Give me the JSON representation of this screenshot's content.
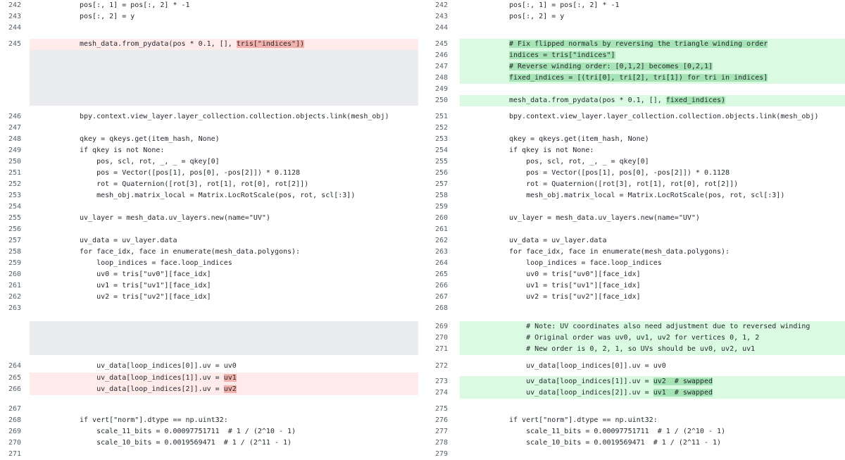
{
  "colors": {
    "deleted_bg": "#ffebe9",
    "added_bg": "#dafbe1",
    "deleted_word": "#f3b1ab",
    "added_word": "#a6e3b5",
    "filler": "#eaecef"
  },
  "left": {
    "rows": [
      {
        "n": "242",
        "t": "pos[:, 1] = pos[:, 2] * -1"
      },
      {
        "n": "243",
        "t": "pos[:, 2] = y"
      },
      {
        "n": "244",
        "t": ""
      },
      {
        "n": "245",
        "t": "mesh_data.from_pydata(pos * 0.1, [], ",
        "hl": "tris[\"indices\"])",
        "k": "del"
      },
      {
        "n": "246",
        "t": "bpy.context.view_layer.layer_collection.collection.objects.link(mesh_obj)"
      },
      {
        "n": "247",
        "t": ""
      },
      {
        "n": "248",
        "t": "qkey = qkeys.get(item_hash, None)"
      },
      {
        "n": "249",
        "t": "if qkey is not None:"
      },
      {
        "n": "250",
        "t": "    pos, scl, rot, _, _ = qkey[0]"
      },
      {
        "n": "251",
        "t": "    pos = Vector([pos[1], pos[0], -pos[2]]) * 0.1128"
      },
      {
        "n": "252",
        "t": "    rot = Quaternion([rot[3], rot[1], rot[0], rot[2]])"
      },
      {
        "n": "253",
        "t": "    mesh_obj.matrix_local = Matrix.LocRotScale(pos, rot, scl[:3])"
      },
      {
        "n": "254",
        "t": ""
      },
      {
        "n": "255",
        "t": "uv_layer = mesh_data.uv_layers.new(name=\"UV\")"
      },
      {
        "n": "256",
        "t": ""
      },
      {
        "n": "257",
        "t": "uv_data = uv_layer.data"
      },
      {
        "n": "258",
        "t": "for face_idx, face in enumerate(mesh_data.polygons):"
      },
      {
        "n": "259",
        "t": "    loop_indices = face.loop_indices"
      },
      {
        "n": "260",
        "t": "    uv0 = tris[\"uv0\"][face_idx]"
      },
      {
        "n": "261",
        "t": "    uv1 = tris[\"uv1\"][face_idx]"
      },
      {
        "n": "262",
        "t": "    uv2 = tris[\"uv2\"][face_idx]"
      },
      {
        "n": "263",
        "t": ""
      },
      {
        "n": "264",
        "t": "    uv_data[loop_indices[0]].uv = uv0"
      },
      {
        "n": "265",
        "t": "    uv_data[loop_indices[1]].uv = ",
        "hl": "uv1",
        "k": "del"
      },
      {
        "n": "266",
        "t": "    uv_data[loop_indices[2]].uv = ",
        "hl": "uv2",
        "k": "del"
      },
      {
        "n": "267",
        "t": ""
      },
      {
        "n": "268",
        "t": "if vert[\"norm\"].dtype == np.uint32:"
      },
      {
        "n": "269",
        "t": "    scale_11_bits = 0.00097751711  # 1 / (2^10 - 1)"
      },
      {
        "n": "270",
        "t": "    scale_10_bits = 0.0019569471  # 1 / (2^11 - 1)"
      },
      {
        "n": "271",
        "t": ""
      }
    ]
  },
  "right": {
    "rows": [
      {
        "n": "242",
        "t": "pos[:, 1] = pos[:, 2] * -1"
      },
      {
        "n": "243",
        "t": "pos[:, 2] = y"
      },
      {
        "n": "244",
        "t": ""
      },
      {
        "n": "245",
        "t": "# Fix flipped normals by reversing the triangle winding order",
        "k": "add",
        "full": true
      },
      {
        "n": "246",
        "t": "indices = tris[\"indices\"]",
        "k": "add",
        "full": true
      },
      {
        "n": "247",
        "t": "# Reverse winding order: [0,1,2] becomes [0,2,1]",
        "k": "add",
        "full": true
      },
      {
        "n": "248",
        "t": "fixed_indices = [(tri[0], tri[2], tri[1]) for tri in indices]",
        "k": "add",
        "full": true
      },
      {
        "n": "249",
        "t": "",
        "k": "add"
      },
      {
        "n": "250",
        "t": "mesh_data.from_pydata(pos * 0.1, [], ",
        "hl": "fixed_indices)",
        "k": "add"
      },
      {
        "n": "251",
        "t": "bpy.context.view_layer.layer_collection.collection.objects.link(mesh_obj)"
      },
      {
        "n": "252",
        "t": ""
      },
      {
        "n": "253",
        "t": "qkey = qkeys.get(item_hash, None)"
      },
      {
        "n": "254",
        "t": "if qkey is not None:"
      },
      {
        "n": "255",
        "t": "    pos, scl, rot, _, _ = qkey[0]"
      },
      {
        "n": "256",
        "t": "    pos = Vector([pos[1], pos[0], -pos[2]]) * 0.1128"
      },
      {
        "n": "257",
        "t": "    rot = Quaternion([rot[3], rot[1], rot[0], rot[2]])"
      },
      {
        "n": "258",
        "t": "    mesh_obj.matrix_local = Matrix.LocRotScale(pos, rot, scl[:3])"
      },
      {
        "n": "259",
        "t": ""
      },
      {
        "n": "260",
        "t": "uv_layer = mesh_data.uv_layers.new(name=\"UV\")"
      },
      {
        "n": "261",
        "t": ""
      },
      {
        "n": "262",
        "t": "uv_data = uv_layer.data"
      },
      {
        "n": "263",
        "t": "for face_idx, face in enumerate(mesh_data.polygons):"
      },
      {
        "n": "264",
        "t": "    loop_indices = face.loop_indices"
      },
      {
        "n": "265",
        "t": "    uv0 = tris[\"uv0\"][face_idx]"
      },
      {
        "n": "266",
        "t": "    uv1 = tris[\"uv1\"][face_idx]"
      },
      {
        "n": "267",
        "t": "    uv2 = tris[\"uv2\"][face_idx]"
      },
      {
        "n": "268",
        "t": ""
      },
      {
        "n": "269",
        "t": "    # Note: UV coordinates also need adjustment due to reversed winding",
        "k": "add"
      },
      {
        "n": "270",
        "t": "    # Original order was uv0, uv1, uv2 for vertices 0, 1, 2",
        "k": "add"
      },
      {
        "n": "271",
        "t": "    # New order is 0, 2, 1, so UVs should be uv0, uv2, uv1",
        "k": "add"
      },
      {
        "n": "272",
        "t": "    uv_data[loop_indices[0]].uv = uv0"
      },
      {
        "n": "273",
        "t": "    uv_data[loop_indices[1]].uv = ",
        "hl": "uv2  # swapped",
        "k": "add"
      },
      {
        "n": "274",
        "t": "    uv_data[loop_indices[2]].uv = ",
        "hl": "uv1  # swapped",
        "k": "add"
      },
      {
        "n": "275",
        "t": ""
      },
      {
        "n": "276",
        "t": "if vert[\"norm\"].dtype == np.uint32:"
      },
      {
        "n": "277",
        "t": "    scale_11_bits = 0.00097751711  # 1 / (2^10 - 1)"
      },
      {
        "n": "278",
        "t": "    scale_10_bits = 0.0019569471  # 1 / (2^11 - 1)"
      },
      {
        "n": "279",
        "t": ""
      }
    ]
  }
}
